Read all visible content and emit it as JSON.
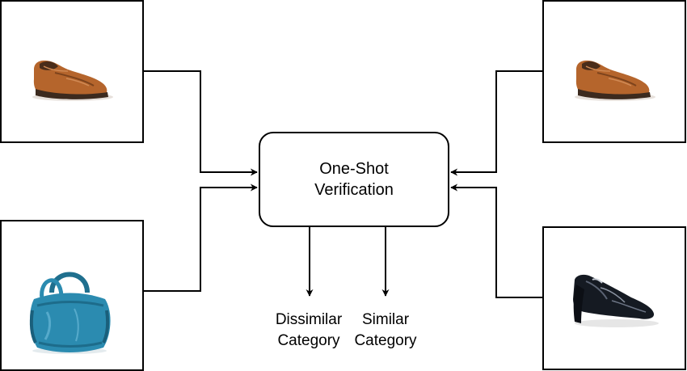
{
  "center_box": {
    "lines": [
      "One-Shot",
      "Verification"
    ]
  },
  "outputs": [
    {
      "lines": [
        "Dissimilar",
        "Category"
      ]
    },
    {
      "lines": [
        "Similar",
        "Category"
      ]
    }
  ],
  "images": [
    {
      "id": "top-left",
      "depicts": "brown-leather-shoe-icon"
    },
    {
      "id": "bottom-left",
      "depicts": "teal-handbag-icon"
    },
    {
      "id": "top-right",
      "depicts": "brown-leather-shoe-icon"
    },
    {
      "id": "bottom-right",
      "depicts": "black-leather-shoe-icon"
    }
  ],
  "colors": {
    "line": "#000000",
    "brown_shoe": "#b5652c",
    "handbag": "#2b8bb0",
    "black_shoe": "#151a22"
  }
}
